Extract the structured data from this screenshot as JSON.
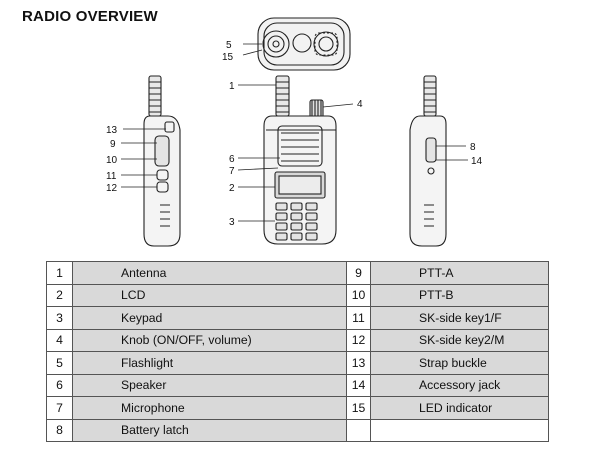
{
  "title": "RADIO OVERVIEW",
  "callouts": {
    "top": [
      "5",
      "15"
    ],
    "front": [
      "1",
      "4",
      "6",
      "7",
      "2",
      "3"
    ],
    "left": [
      "13",
      "9",
      "10",
      "11",
      "12"
    ],
    "right": [
      "8",
      "14"
    ]
  },
  "rows": [
    {
      "n1": "1",
      "l1": "Antenna",
      "n2": "9",
      "l2": "PTT-A"
    },
    {
      "n1": "2",
      "l1": "LCD",
      "n2": "10",
      "l2": "PTT-B"
    },
    {
      "n1": "3",
      "l1": "Keypad",
      "n2": "11",
      "l2": "SK-side key1/F"
    },
    {
      "n1": "4",
      "l1": "Knob (ON/OFF, volume)",
      "n2": "12",
      "l2": "SK-side key2/M"
    },
    {
      "n1": "5",
      "l1": "Flashlight",
      "n2": "13",
      "l2": "Strap buckle"
    },
    {
      "n1": "6",
      "l1": "Speaker",
      "n2": "14",
      "l2": "Accessory jack"
    },
    {
      "n1": "7",
      "l1": "Microphone",
      "n2": "15",
      "l2": "LED indicator"
    },
    {
      "n1": "8",
      "l1": "Battery latch",
      "n2": "",
      "l2": ""
    }
  ]
}
